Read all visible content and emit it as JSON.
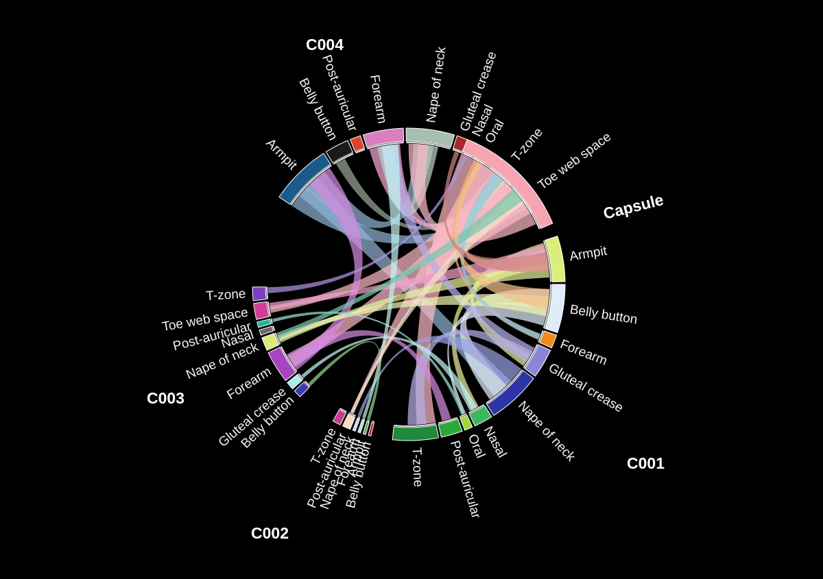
{
  "group_labels": {
    "c004": "C004",
    "capsule": "Capsule",
    "c001": "C001",
    "c002": "C002",
    "c003": "C003"
  },
  "segments": [
    {
      "id": "c004-toe",
      "label": "Toe web space",
      "color": "#0e8a6a"
    },
    {
      "id": "c004-tzone",
      "label": "T-zone",
      "color": "#1f86b8"
    },
    {
      "id": "c004-oral",
      "label": "Oral",
      "color": "#ee8a2a"
    },
    {
      "id": "c004-nasal",
      "label": "Nasal",
      "color": "#3a4fb8"
    },
    {
      "id": "c004-gluteal",
      "label": "Gluteal crease",
      "color": "#a62a2a"
    },
    {
      "id": "c004-nape",
      "label": "Nape of neck",
      "color": "#a7bfae"
    },
    {
      "id": "c004-forearm",
      "label": "Forearm",
      "color": "#d77fc0"
    },
    {
      "id": "c004-postaur",
      "label": "Post-auricular",
      "color": "#d8462c"
    },
    {
      "id": "c004-belly",
      "label": "Belly button",
      "color": "#1a1a1a"
    },
    {
      "id": "c004-armpit",
      "label": "Armpit",
      "color": "#1d5a8c"
    },
    {
      "id": "c003-tzone",
      "label": "T-zone",
      "color": "#7b3fc4"
    },
    {
      "id": "c003-toe",
      "label": "Toe web space",
      "color": "#d43d96"
    },
    {
      "id": "c003-postaur",
      "label": "Post-auricular",
      "color": "#20b89a"
    },
    {
      "id": "c003-nasal",
      "label": "Nasal",
      "color": "#6a6a6a"
    },
    {
      "id": "c003-nape",
      "label": "Nape of neck",
      "color": "#dce87a"
    },
    {
      "id": "c003-forearm",
      "label": "Forearm",
      "color": "#a844c0"
    },
    {
      "id": "c003-gluteal",
      "label": "Gluteal crease",
      "color": "#a7ecef"
    },
    {
      "id": "c003-belly",
      "label": "Belly button",
      "color": "#3a3ab0"
    },
    {
      "id": "c002-tzone",
      "label": "T-zone",
      "color": "#c83a8a"
    },
    {
      "id": "c002-postaur",
      "label": "Post-auricular",
      "color": "#f5dcc0"
    },
    {
      "id": "c002-nape",
      "label": "Nape of neck",
      "color": "#c4d6f0"
    },
    {
      "id": "c002-forearm",
      "label": "Forearm",
      "color": "#9fe4e0"
    },
    {
      "id": "c002-armpit",
      "label": "Armpit",
      "color": "#5aa84a"
    },
    {
      "id": "c002-belly",
      "label": "Belly button",
      "color": "#c02828"
    },
    {
      "id": "c001-tzone",
      "label": "T-zone",
      "color": "#1e8a3a"
    },
    {
      "id": "c001-postaur",
      "label": "Post-auricular",
      "color": "#2aa83a"
    },
    {
      "id": "c001-oral",
      "label": "Oral",
      "color": "#9ed83a"
    },
    {
      "id": "c001-nasal",
      "label": "Nasal",
      "color": "#3ab85a"
    },
    {
      "id": "c001-nape",
      "label": "Nape of neck",
      "color": "#2c34a8"
    },
    {
      "id": "c001-gluteal",
      "label": "Gluteal crease",
      "color": "#8c84d8"
    },
    {
      "id": "c001-forearm",
      "label": "Forearm",
      "color": "#f08a1e"
    },
    {
      "id": "c001-belly",
      "label": "Belly button",
      "color": "#e0ecfa"
    },
    {
      "id": "c001-armpit",
      "label": "Armpit",
      "color": "#dcee7a"
    },
    {
      "id": "capsule",
      "label": "",
      "color": "#f7a3b0"
    }
  ],
  "links": [
    {
      "from": "c004-armpit",
      "to": "c004-toe",
      "color": "#8fb2d2"
    },
    {
      "from": "c004-armpit",
      "to": "c004-nape",
      "color": "#8fb2d2"
    },
    {
      "from": "c004-armpit",
      "to": "c001-nape",
      "color": "#8fb2d2"
    },
    {
      "from": "c004-forearm",
      "to": "c004-tzone",
      "color": "#f2a8d8"
    },
    {
      "from": "c004-forearm",
      "to": "c004-toe",
      "color": "#f2a8d8"
    },
    {
      "from": "c004-nape",
      "to": "c004-forearm",
      "color": "#bcd0c4"
    },
    {
      "from": "c004-belly",
      "to": "c004-tzone",
      "color": "#9aa69a"
    },
    {
      "from": "capsule",
      "to": "c004-nape",
      "color": "#f9b8c4"
    },
    {
      "from": "capsule",
      "to": "c003-toe",
      "color": "#f9b8c4"
    },
    {
      "from": "capsule",
      "to": "c002-postaur",
      "color": "#f9b8c4"
    },
    {
      "from": "capsule",
      "to": "c001-tzone",
      "color": "#f9b8c4"
    },
    {
      "from": "capsule",
      "to": "c003-forearm",
      "color": "#f9b8c4"
    },
    {
      "from": "c001-armpit",
      "to": "c001-nasal",
      "color": "#e6f09a"
    },
    {
      "from": "c001-armpit",
      "to": "c001-gluteal",
      "color": "#e6f09a"
    },
    {
      "from": "c001-armpit",
      "to": "c003-nape",
      "color": "#e6f09a"
    },
    {
      "from": "c001-armpit",
      "to": "c004-tzone",
      "color": "#e6f09a"
    },
    {
      "from": "c001-belly",
      "to": "c001-nape",
      "color": "#e6eefa"
    },
    {
      "from": "c001-belly",
      "to": "c001-oral",
      "color": "#e6eefa"
    },
    {
      "from": "c001-gluteal",
      "to": "c001-tzone",
      "color": "#b4aee6"
    },
    {
      "from": "c001-gluteal",
      "to": "c004-forearm",
      "color": "#b4aee6"
    },
    {
      "from": "c001-nape",
      "to": "c002-nape",
      "color": "#9aa0e0"
    },
    {
      "from": "c001-forearm",
      "to": "c004-oral",
      "color": "#f6b070"
    },
    {
      "from": "c003-forearm",
      "to": "c001-postaur",
      "color": "#d48ae0"
    },
    {
      "from": "c003-forearm",
      "to": "c004-armpit",
      "color": "#d48ae0"
    },
    {
      "from": "c003-toe",
      "to": "c001-armpit",
      "color": "#f0a0cc"
    },
    {
      "from": "c003-nape",
      "to": "c001-belly",
      "color": "#eef4b0"
    },
    {
      "from": "c003-gluteal",
      "to": "c001-nasal",
      "color": "#c4f2f2"
    },
    {
      "from": "c003-tzone",
      "to": "c004-nasal",
      "color": "#b094e0"
    },
    {
      "from": "c003-postaur",
      "to": "c001-oral",
      "color": "#9ae0d0"
    },
    {
      "from": "c002-forearm",
      "to": "c004-forearm",
      "color": "#c0f0ee"
    },
    {
      "from": "c002-armpit",
      "to": "c003-belly",
      "color": "#9ad48c"
    },
    {
      "from": "c002-postaur",
      "to": "c004-toe",
      "color": "#f5e2cc"
    },
    {
      "from": "c004-tzone",
      "to": "c001-forearm",
      "color": "#8cc4e6"
    },
    {
      "from": "c004-toe",
      "to": "c003-nape",
      "color": "#7cc8ac"
    },
    {
      "from": "c004-oral",
      "to": "c001-belly",
      "color": "#f4c08a"
    },
    {
      "from": "c004-gluteal",
      "to": "c001-armpit",
      "color": "#d08080"
    }
  ]
}
